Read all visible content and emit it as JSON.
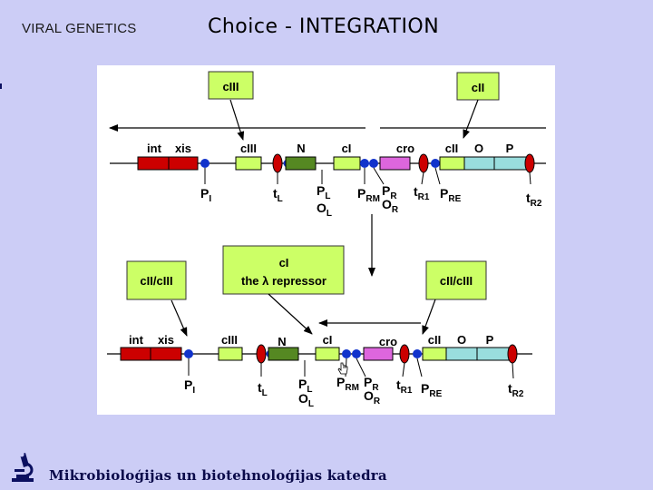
{
  "header": {
    "course": "VIRAL GENETICS",
    "title": "Choice - INTEGRATION"
  },
  "diagram": {
    "top_boxes": {
      "ciii": "cIII",
      "cii": "cII"
    },
    "genes_top": {
      "int": "int",
      "xis": "xis",
      "ciii": "cIII",
      "n": "N",
      "ci": "cI",
      "cro": "cro",
      "cii": "cII",
      "o": "O",
      "p": "P"
    },
    "center_box": {
      "line1": "cI",
      "line2": "the λ repressor"
    },
    "side_boxes": {
      "left": "cII/cIII",
      "right": "cII/cIII"
    },
    "genes_bottom": {
      "int": "int",
      "xis": "xis",
      "ciii": "cIII",
      "n": "N",
      "ci": "cI",
      "cro": "cro",
      "cii": "cII",
      "o": "O",
      "p": "P"
    }
  },
  "footer": {
    "department": "Mikrobioloģijas un biotehnoloģijas katedra"
  },
  "colors": {
    "background": "#cccdf6",
    "box_yellow": "#ccff66",
    "gene_red": "#cc0000",
    "gene_green": "#558822",
    "gene_magenta": "#dd66dd",
    "gene_cyan": "#99dddd",
    "promoter_blue": "#1133cc"
  },
  "icons": [
    "arrow-icon",
    "cursor-hand-icon",
    "microscope-logo-icon"
  ]
}
